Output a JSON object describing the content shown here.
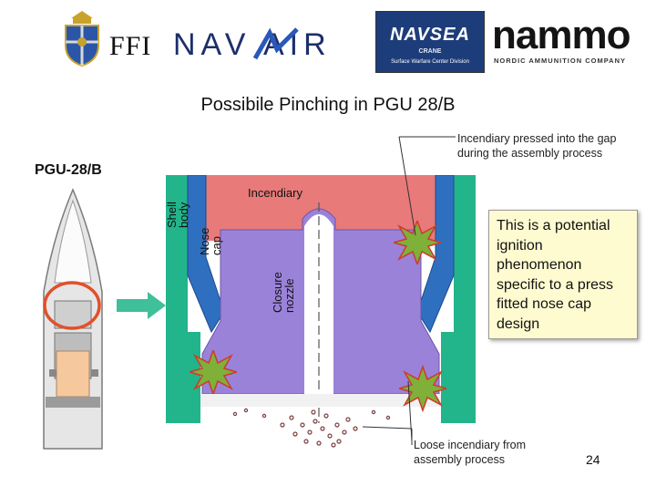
{
  "logos": {
    "ffi": "FFI",
    "navair": "NAV AIR",
    "navsea": "NAVSEA",
    "navsea_crane": "CRANE",
    "navsea_division": "Surface Warfare Center Division",
    "nammo": "nammo",
    "nammo_sub": "NORDIC AMMUNITION COMPANY"
  },
  "title": "Possibile Pinching in PGU 28/B",
  "diagram": {
    "pgu_label": "PGU-28/B",
    "labels": {
      "shell_body": "Shell\nbody",
      "nose_cap": "Nose\ncap",
      "closure_nozzle": "Closure\nnozzle",
      "incendiary": "Incendiary"
    },
    "callout_top": "Incendiary pressed into the gap during the assembly process",
    "callout_box": "This is a potential ignition phenomenon specific to a press fitted nose cap design",
    "callout_bottom": "Loose incendiary from assembly process"
  },
  "colors": {
    "shell": "#22b48a",
    "nose_cap": "#2f6fc0",
    "closure": "#9b82d9",
    "incendiary": "#e87a7a",
    "callout_fill": "#fffbd0",
    "highlight_circle": "#e0502a",
    "arrow": "#3fbf9a"
  },
  "page_number": "24"
}
